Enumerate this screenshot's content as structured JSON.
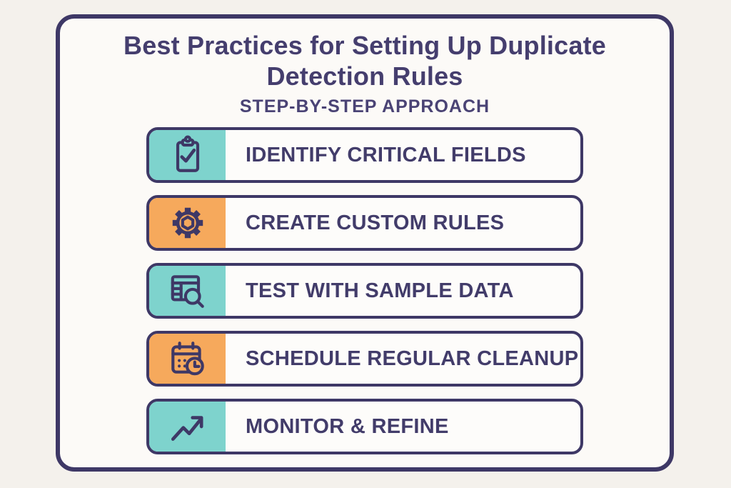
{
  "header": {
    "title_line1": "Best Practices for Setting Up Duplicate",
    "title_line2": "Detection Rules",
    "subtitle": "STEP-BY-STEP APPROACH"
  },
  "steps": [
    {
      "label": "IDENTIFY CRITICAL FIELDS",
      "icon": "clipboard-check-icon",
      "icon_bg": "#7ed3cd"
    },
    {
      "label": "CREATE CUSTOM RULES",
      "icon": "gear-icon",
      "icon_bg": "#f6a95c"
    },
    {
      "label": "TEST WITH SAMPLE DATA",
      "icon": "table-search-icon",
      "icon_bg": "#7ed3cd"
    },
    {
      "label": "SCHEDULE REGULAR CLEANUP",
      "icon": "calendar-clock-icon",
      "icon_bg": "#f6a95c"
    },
    {
      "label": "MONITOR & REFINE",
      "icon": "trend-up-icon",
      "icon_bg": "#7ed3cd"
    }
  ],
  "colors": {
    "navy_border": "#3e3866",
    "text_navy": "#453e6e",
    "teal": "#7ed3cd",
    "orange": "#f6a95c",
    "row_background": "#fdfcfa",
    "frame_background": "#fcfaf7",
    "page_background": "#f4f1ec"
  }
}
